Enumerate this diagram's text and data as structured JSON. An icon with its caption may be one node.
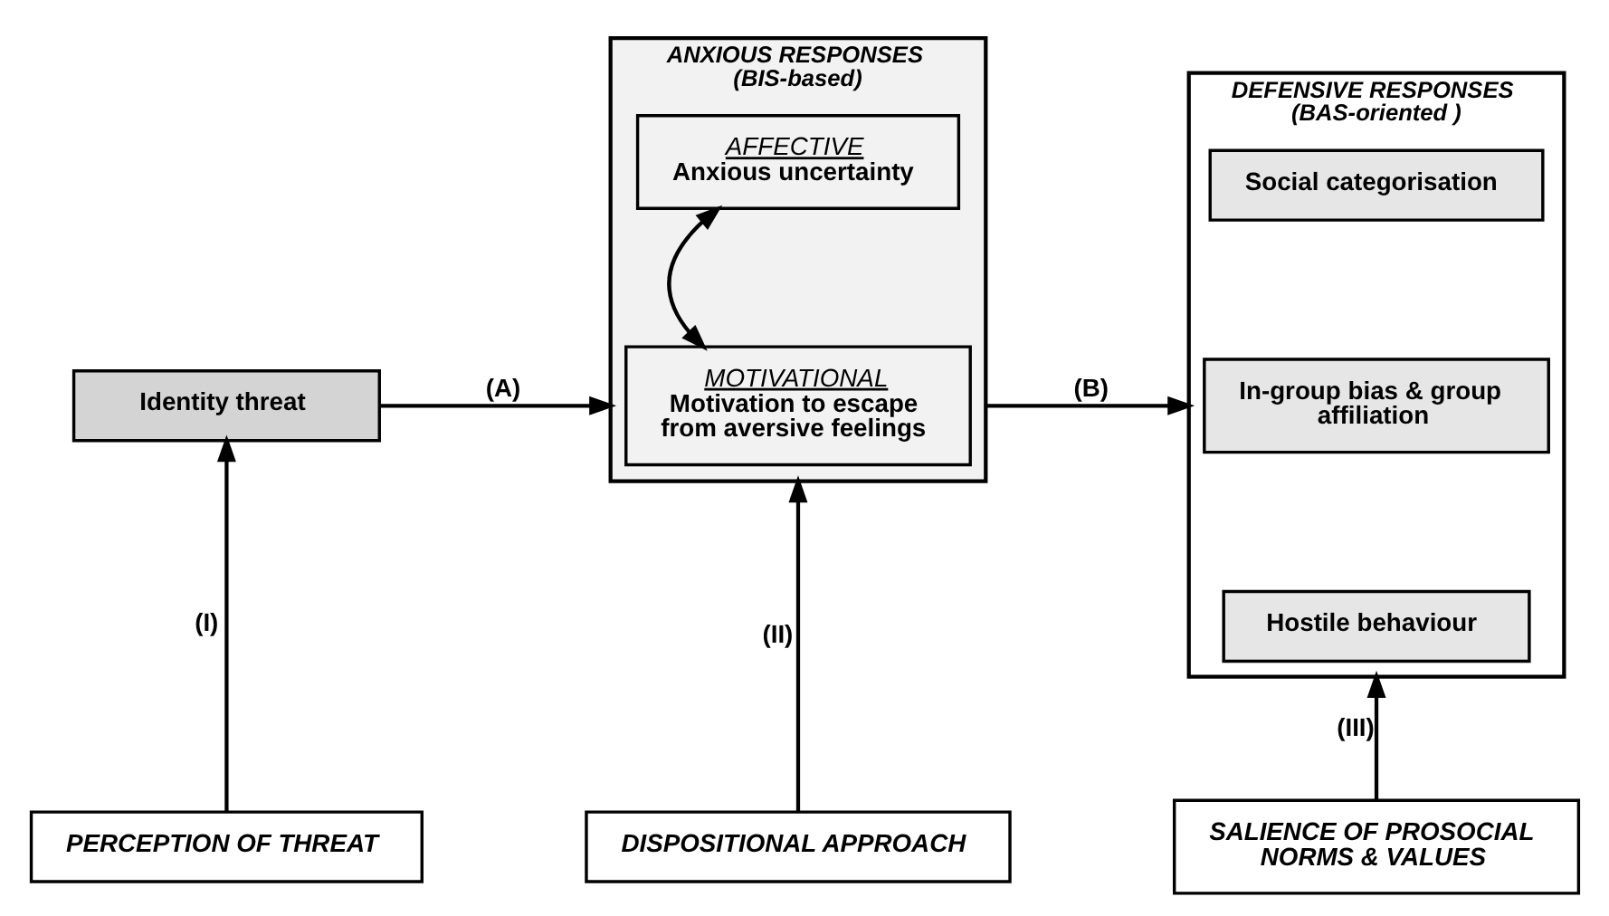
{
  "diagram": {
    "nodes": [
      {
        "text": [
          "Identity threat"
        ]
      },
      {
        "text": [
          "ANXIOUS RESPONSES (BIS-based)"
        ]
      },
      {
        "text": [
          "AFFECTIVE",
          "Anxious uncertainty"
        ],
        "in": 1
      },
      {
        "text": [
          "MOTIVATIONAL",
          "Motivation to escape from aversive feelings"
        ],
        "in": 1
      },
      {
        "text": [
          "DEFENSIVE RESPONSES (BAS-oriented )"
        ]
      },
      {
        "text": [
          "Social categorisation"
        ],
        "in": 4
      },
      {
        "text": [
          "In-group bias & group affiliation"
        ],
        "in": 4
      },
      {
        "text": [
          "Hostile behaviour"
        ],
        "in": 4
      },
      {
        "text": [
          "PERCEPTION OF THREAT"
        ]
      },
      {
        "text": [
          "DISPOSITIONAL APPROACH"
        ]
      },
      {
        "text": [
          "SALIENCE OF PROSOCIAL NORMS & VALUES"
        ]
      }
    ],
    "edges": [
      {
        "from": 0,
        "to": 1,
        "arrow": "to",
        "label": "(A)"
      },
      {
        "from": 2,
        "to": 3,
        "arrow": "both"
      },
      {
        "from": 1,
        "to": 4,
        "arrow": "to",
        "label": "(B)"
      },
      {
        "from": 8,
        "to": 0,
        "arrow": "to",
        "label": "(I)"
      },
      {
        "from": 9,
        "to": 1,
        "arrow": "to",
        "label": "(II)"
      },
      {
        "from": 10,
        "to": 4,
        "arrow": "to",
        "label": "(III)"
      }
    ]
  }
}
